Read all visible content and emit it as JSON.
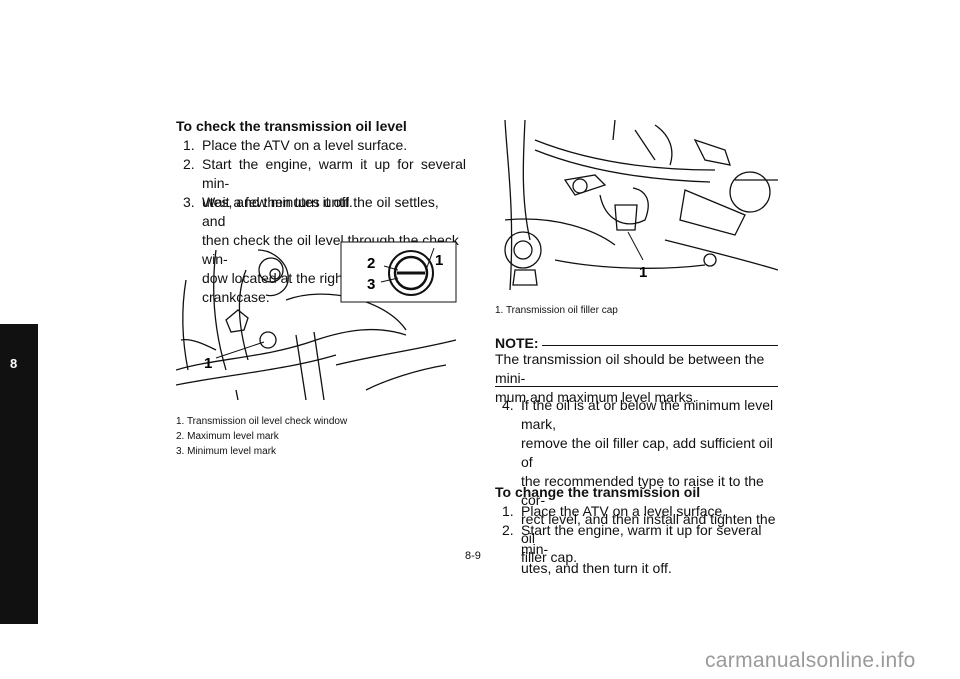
{
  "section_tab": "8",
  "left": {
    "heading": "To check the transmission oil level",
    "steps": [
      {
        "num": "1.",
        "lines": [
          "Place the ATV on a level surface."
        ]
      },
      {
        "num": "2.",
        "lines": [
          "Start the engine, warm it up for several min-",
          "utes, and then turn it off."
        ]
      },
      {
        "num": "3.",
        "lines": [
          "Wait a few minutes until the oil settles, and",
          "then check the oil level through the check win-",
          "dow located at the right side of the crankcase."
        ]
      }
    ],
    "figure_callouts": {
      "c1": "1",
      "c2": "2",
      "c3": "3",
      "c1b": "1"
    },
    "captions": [
      "1. Transmission oil level check window",
      "2. Maximum level mark",
      "3. Minimum level mark"
    ]
  },
  "right": {
    "figure_callout": "1",
    "caption": "1. Transmission oil filler cap",
    "note_title": "NOTE:",
    "note_lines": [
      "The transmission oil should be between the mini-",
      "mum and maximum level marks."
    ],
    "step4": {
      "num": "4.",
      "lines": [
        "If the oil is at or below the minimum level mark,",
        "remove the oil filler cap, add sufficient oil of",
        "the recommended type to raise it to the cor-",
        "rect level, and then install and tighten the oil",
        "filler cap."
      ]
    },
    "heading2": "To change the transmission oil",
    "steps2": [
      {
        "num": "1.",
        "lines": [
          "Place the ATV on a level surface."
        ]
      },
      {
        "num": "2.",
        "lines": [
          "Start the engine, warm it up for several min-",
          "utes, and then turn it off."
        ]
      }
    ]
  },
  "page_number": "8-9",
  "watermark": "carmanualsonline.info"
}
